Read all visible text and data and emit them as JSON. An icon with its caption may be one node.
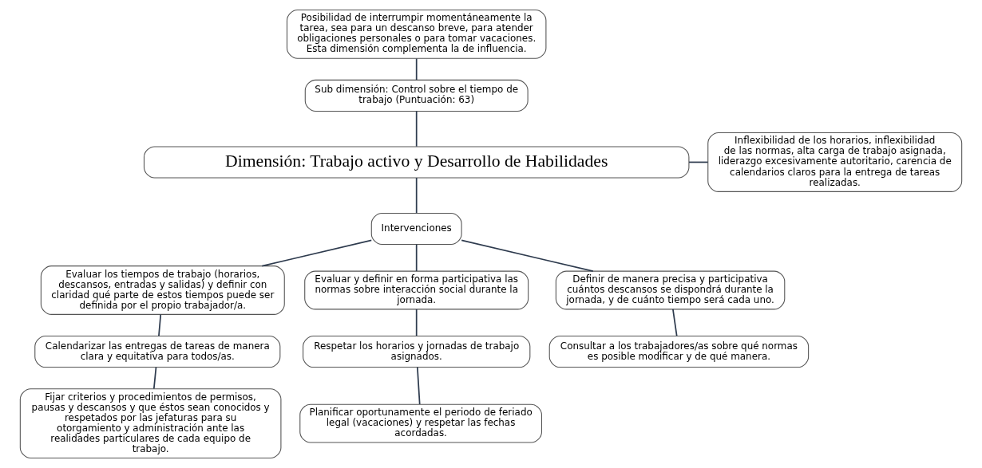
{
  "diagram": {
    "nodes": [
      {
        "text": [
          "Posibilidad de interrumpir momentáneamente la tarea, sea para un descanso breve, para atender obligaciones personales o para tomar vacaciones. Esta dimensión complementa la de influencia."
        ]
      },
      {
        "text": [
          "Sub dimensión: Control sobre el tiempo de trabajo (Puntuación: 63)"
        ]
      },
      {
        "text": [
          "Inflexibilidad de los horarios, inflexibilidad de las normas, alta carga de trabajo asignada, liderazgo excesivamente autoritario, carencia de calendarios claros para la entrega de tareas realizadas."
        ]
      },
      {
        "text": [
          "Dimensión: Trabajo activo y Desarrollo de Habilidades"
        ]
      },
      {
        "text": [
          "Intervenciones"
        ]
      },
      {
        "text": [
          "Evaluar los tiempos de trabajo (horarios, descansos, entradas y salidas) y definir con claridad qué parte de estos tiempos puede ser definida por el propio trabajador/a."
        ]
      },
      {
        "text": [
          "Evaluar y definir en forma participativa las normas sobre interacción social durante la jornada."
        ]
      },
      {
        "text": [
          "Definir de manera precisa y participativa cuántos descansos se dispondrá durante la jornada, y de cuánto tiempo será cada uno."
        ]
      },
      {
        "text": [
          "Calendarizar las entregas de tareas de manera clara y equitativa para todos/as."
        ]
      },
      {
        "text": [
          "Respetar los horarios y jornadas de trabajo asignados."
        ]
      },
      {
        "text": [
          "Fijar criterios y procedimientos de permisos, pausas y descansos y que éstos sean conocidos y respetados por las jefaturas para su otorgamiento y administración ante las realidades particulares de cada equipo de trabajo."
        ]
      },
      {
        "text": [
          "Consultar a los trabajadores/as sobre qué normas es posible modificar y de qué manera."
        ]
      },
      {
        "text": [
          "Planificar oportunamente el periodo de feriado legal (vacaciones) y respetar las fechas acordadas."
        ]
      }
    ],
    "edges": [
      {
        "from": 0,
        "to": 1,
        "arrow": "none"
      },
      {
        "from": 1,
        "to": 3,
        "arrow": "none"
      },
      {
        "from": 3,
        "to": 2,
        "arrow": "none"
      },
      {
        "from": 3,
        "to": 4,
        "arrow": "none"
      },
      {
        "from": 4,
        "to": 5,
        "arrow": "none"
      },
      {
        "from": 4,
        "to": 7,
        "arrow": "none"
      },
      {
        "from": 4,
        "to": 6,
        "arrow": "none"
      },
      {
        "from": 5,
        "to": 8,
        "arrow": "none"
      },
      {
        "from": 8,
        "to": 10,
        "arrow": "none"
      },
      {
        "from": 7,
        "to": 11,
        "arrow": "none"
      },
      {
        "from": 6,
        "to": 9,
        "arrow": "none"
      },
      {
        "from": 9,
        "to": 12,
        "arrow": "none"
      }
    ]
  }
}
